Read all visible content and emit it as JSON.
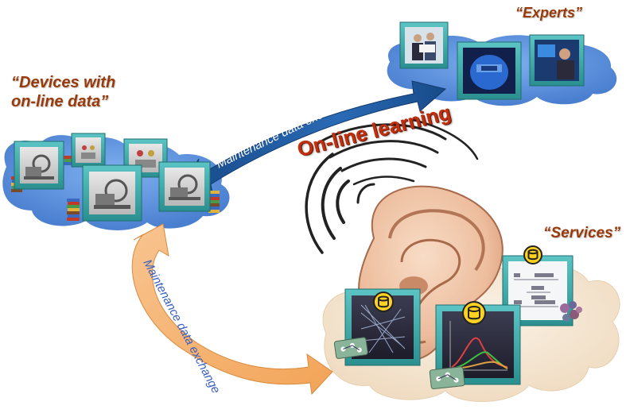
{
  "labels": {
    "devices": [
      "“Devices with",
      "on-line data”"
    ],
    "experts": "“Experts”",
    "services": "“Services”",
    "online_learning": "On-line learning",
    "exchange_top": "Maintenance  data  exchange",
    "exchange_bottom": "Maintenance    data    exchange"
  },
  "colors": {
    "cloud_blue": "#5b8fdb",
    "cloud_cream": "#f7ead8",
    "arrow_blue": "#1f5aa0",
    "arrow_orange": "#f5b06e",
    "frame_teal": "#3aa6a6",
    "label_brown": "#9a3a0a",
    "online_red": "#c1300e",
    "ear_skin": "#f2cdb4"
  },
  "icons": [
    "device-monitor-icon",
    "expert-photo",
    "service-chart-icon",
    "database-icon",
    "ear-illustration",
    "sound-wave-icon",
    "book-stack-icon",
    "network-card-icon"
  ]
}
